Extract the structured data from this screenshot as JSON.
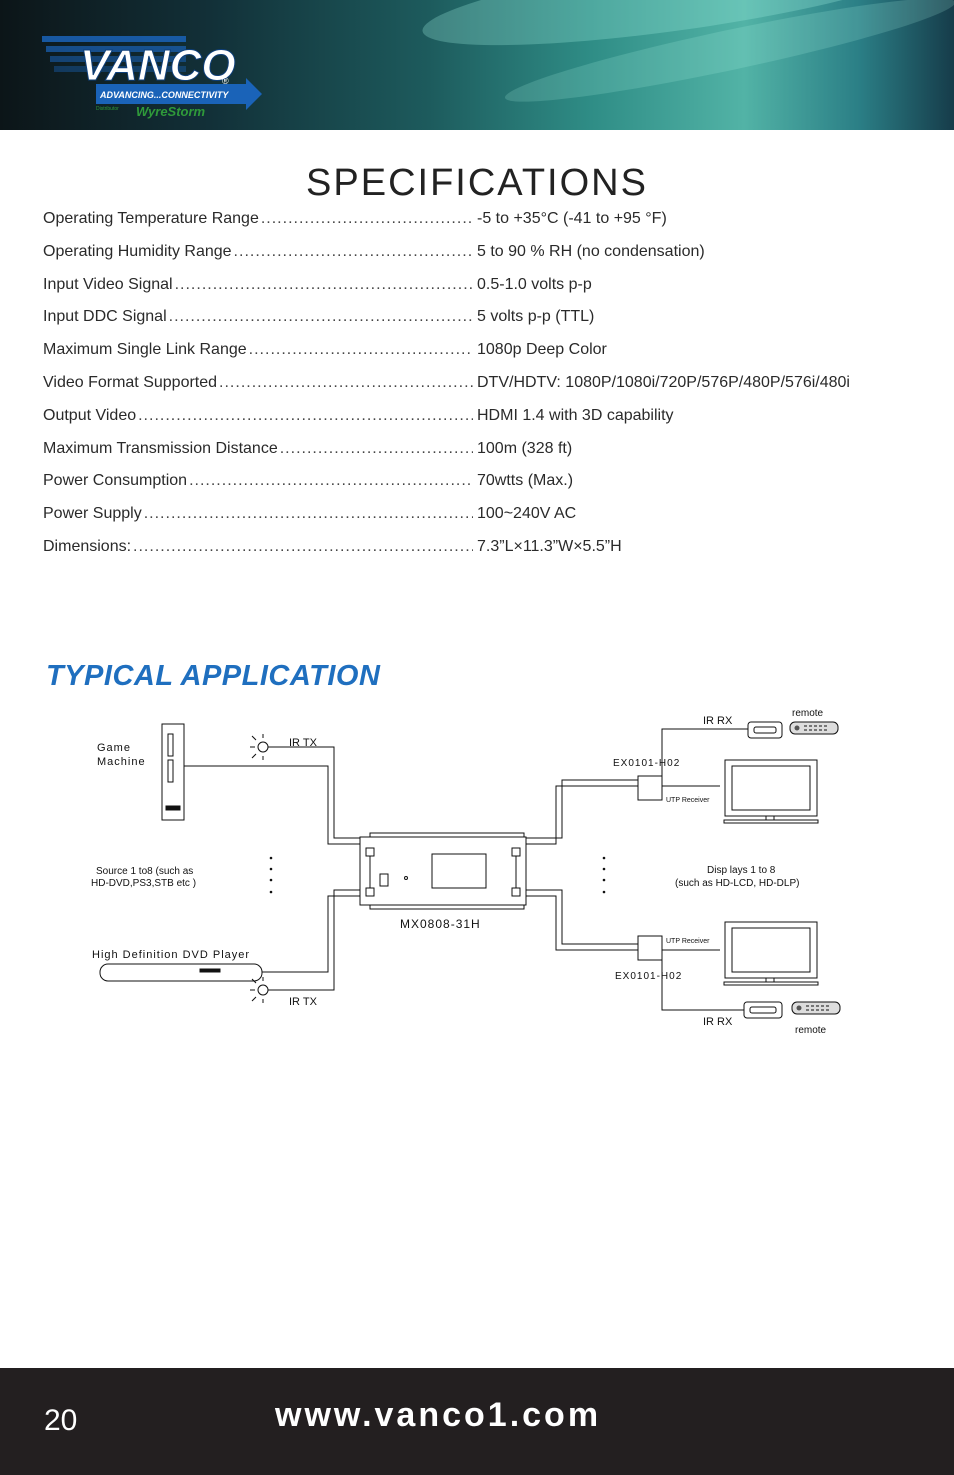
{
  "brand": {
    "name": "VANCO",
    "registered": "®",
    "tagline": "ADVANCING...CONNECTIVITY",
    "partner_prefix": "Distributor",
    "partner": "WyreStorm"
  },
  "specifications": {
    "title": "SPECIFICATIONS",
    "rows": [
      {
        "label": "Operating Temperature Range",
        "value": "-5 to +35°C (-41 to +95 °F)"
      },
      {
        "label": "Operating Humidity Range ",
        "value": "5 to 90 % RH (no condensation)"
      },
      {
        "label": "Input Video Signal ",
        "value": "0.5-1.0 volts p-p"
      },
      {
        "label": "Input DDC Signal",
        "value": "5 volts p-p (TTL)"
      },
      {
        "label": "Maximum Single Link Range",
        "value": "1080p Deep Color"
      },
      {
        "label": "Video Format Supported",
        "value": "DTV/HDTV: 1080P/1080i/720P/576P/480P/576i/480i"
      },
      {
        "label": "Output Video ",
        "value": "HDMI 1.4 with 3D capability"
      },
      {
        "label": "Maximum Transmission Distance",
        "value": "100m (328 ft)"
      },
      {
        "label": "Power Consumption ",
        "value": "70wtts (Max.)"
      },
      {
        "label": "Power Supply ",
        "value": "100~240V AC"
      },
      {
        "label": "Dimensions:  ",
        "value": "7.3”L×11.3”W×5.5”H"
      }
    ]
  },
  "typical_application": {
    "title": "TYPICAL APPLICATION",
    "labels": {
      "game_machine_1": "Game",
      "game_machine_2": "Machine",
      "ir_tx": "IR TX",
      "source_1": "Source 1 to8 (such as",
      "source_2": "HD-DVD,PS3,STB etc )",
      "dvd_player": "High  Definition  DVD Player",
      "matrix": "MX0808-31H",
      "extender": "EX0101-H02",
      "utp_receiver": "UTP Receiver",
      "ir_rx": "IR RX",
      "remote": "remote",
      "displays_1": "Disp lays 1 to 8",
      "displays_2": "(such as HD-LCD, HD-DLP)"
    }
  },
  "footer": {
    "page_number": "20",
    "website": "www.vanco1.com"
  },
  "colors": {
    "accent": "#1f6fbf",
    "footer_bg": "#231f20",
    "logo_blue": "#1a63b8",
    "partner_green": "#2f9a3a",
    "partner_red": "#d2232a"
  }
}
